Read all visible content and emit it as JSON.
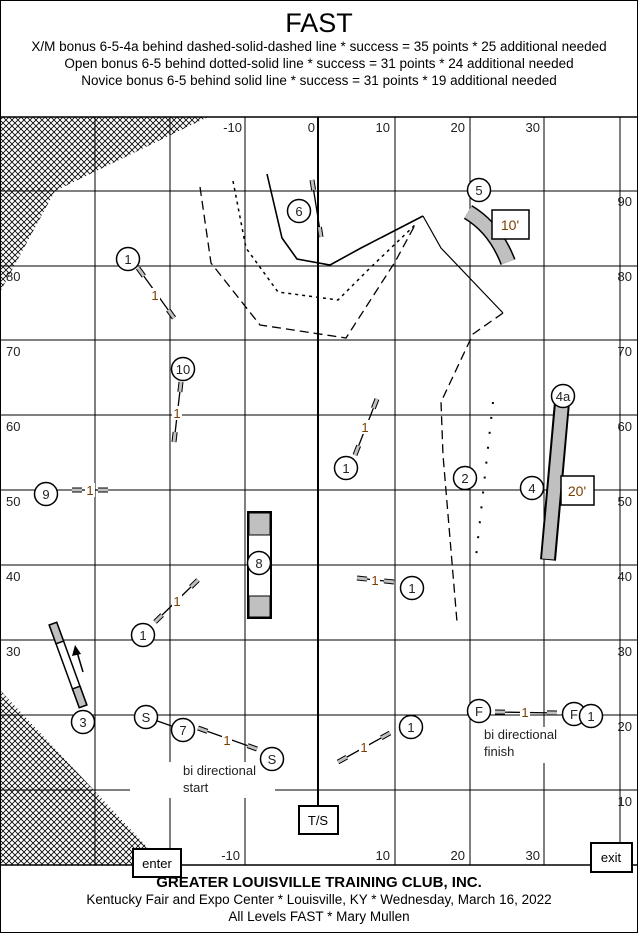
{
  "header": {
    "title": "FAST",
    "bonus_lines": [
      "X/M bonus 6-5-4a behind dashed-solid-dashed line * success = 35 points * 25 additional needed",
      "Open bonus 6-5 behind dotted-solid line * success = 31 points * 24 additional needed",
      "Novice bonus 6-5 behind solid line * success = 31 points * 19 additional needed"
    ]
  },
  "axes": {
    "x_top": [
      "-10",
      "0",
      "10",
      "20",
      "30"
    ],
    "x_bottom": [
      "-10",
      "10",
      "20",
      "30"
    ],
    "y_left": [
      "80",
      "70",
      "60",
      "50",
      "40",
      "30"
    ],
    "y_right": [
      "90",
      "80",
      "70",
      "60",
      "50",
      "40",
      "30",
      "20",
      "10"
    ]
  },
  "course": {
    "markers": [
      "1",
      "6",
      "5",
      "10",
      "1",
      "9",
      "2",
      "4",
      "4a",
      "8",
      "1",
      "1",
      "3",
      "S",
      "7",
      "S",
      "1",
      "F",
      "F",
      "1"
    ],
    "point_values": [
      "1",
      "1",
      "1",
      "1",
      "1",
      "1",
      "1",
      "1",
      "1"
    ],
    "tunnel_lengths": [
      "10'",
      "20'"
    ],
    "start_note": [
      "bi directional",
      "start"
    ],
    "finish_note": [
      "bi directional",
      "finish"
    ],
    "ts_label": "T/S",
    "enter_label": "enter",
    "exit_label": "exit"
  },
  "footer": {
    "club": "GREATER LOUISVILLE TRAINING CLUB, INC.",
    "venue": "Kentucky Fair and Expo Center * Louisville, KY * Wednesday, March 16, 2022",
    "class": "All Levels FAST * Mary Mullen"
  },
  "colors": {
    "line": "#000000",
    "equipment": "#c0c0c0",
    "label": "#7a3d00"
  }
}
